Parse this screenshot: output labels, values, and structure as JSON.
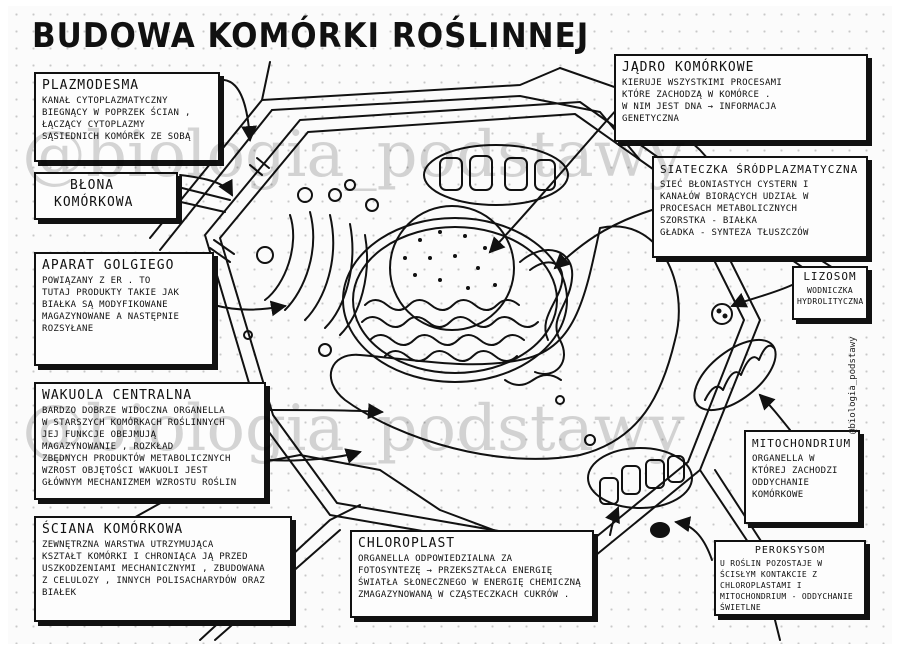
{
  "title": "BUDOWA KOMÓRKI ROŚLINNEJ",
  "watermark": "@biologia_podstawy",
  "side_credit": "@biologia_podstawy",
  "labels": {
    "plazmodesma": {
      "head": "PLAZMODESMA",
      "lines": [
        "KANAŁ CYTOPLAZMATYCZNY",
        "BIEGNĄCY W POPRZEK ŚCIAN ,",
        "ŁĄCZĄCY CYTOPLAZMY",
        "SĄSIEDNICH KOMÓREK ZE SOBĄ"
      ]
    },
    "blona": {
      "head": "",
      "lines": [
        "BŁONA",
        "KOMÓRKOWA"
      ]
    },
    "golgi": {
      "head": "APARAT GOLGIEGO",
      "lines": [
        "POWIĄZANY Z ER . TO",
        "TUTAJ PRODUKTY TAKIE JAK",
        "BIAŁKA SĄ MODYFIKOWANE",
        "MAGAZYNOWANE A NASTĘPNIE",
        "ROZSYŁANE"
      ]
    },
    "wakuola": {
      "head": "WAKUOLA CENTRALNA",
      "lines": [
        "BARDZO DOBRZE WIDOCZNA ORGANELLA",
        "W STARSZYCH KOMÓRKACH ROŚLINNYCH",
        "JEJ FUNKCJE OBEJMUJĄ",
        "MAGAZYNOWANIE , ROZKŁAD",
        "ZBĘDNYCH PRODUKTÓW METABOLICZNYCH",
        "WZROST OBJĘTOŚCI WAKUOLI JEST",
        "GŁÓWNYM MECHANIZMEM WZROSTU ROŚLIN"
      ]
    },
    "sciana": {
      "head": "ŚCIANA KOMÓRKOWA",
      "lines": [
        "ZEWNĘTRZNA WARSTWA UTRZYMUJĄCA",
        "KSZTAŁT KOMÓRKI I CHRONIĄCA JĄ PRZED",
        "USZKODZENIAMI MECHANICZNYMI , ZBUDOWANA",
        "Z CELULOZY , INNYCH POLISACHARYDÓW ORAZ",
        "BIAŁEK"
      ]
    },
    "chloroplast": {
      "head": "CHLOROPLAST",
      "lines": [
        "ORGANELLA ODPOWIEDZIALNA ZA",
        "FOTOSYNTEZĘ → PRZEKSZTAŁCA ENERGIĘ",
        "ŚWIATŁA SŁONECZNEGO W ENERGIĘ CHEMICZNĄ",
        "ZMAGAZYNOWANĄ W CZĄSTECZKACH CUKRÓW ."
      ]
    },
    "jadro": {
      "head": "JĄDRO KOMÓRKOWE",
      "lines": [
        "KIERUJE WSZYSTKIMI PROCESAMI",
        "KTÓRE ZACHODZĄ W KOMÓRCE .",
        "W NIM JEST DNA → INFORMACJA",
        "GENETYCZNA"
      ]
    },
    "siateczka": {
      "head": "SIATECZKA ŚRÓDPLAZMATYCZNA",
      "lines": [
        "SIEĆ BŁONIASTYCH CYSTERN I",
        "KANAŁÓW BIORĄCYCH UDZIAŁ W",
        "PROCESACH METABOLICZNYCH",
        "SZORSTKA - BIAŁKA",
        "GŁADKA - SYNTEZA TŁUSZCZÓW"
      ]
    },
    "lizosom": {
      "head": "LIZOSOM",
      "lines": [
        "WODNICZKA",
        "HYDROLITYCZNA"
      ]
    },
    "mitochondrium": {
      "head": "MITOCHONDRIUM",
      "lines": [
        "ORGANELLA W",
        "KTÓREJ ZACHODZI",
        "ODDYCHANIE",
        "KOMÓRKOWE"
      ]
    },
    "peroksysom": {
      "head": "PEROKSYSOM",
      "lines": [
        "U ROŚLIN POZOSTAJE W",
        "ŚCISŁYM KONTAKCIE Z",
        "CHLOROPLASTAMI I",
        "MITOCHONDRIUM - ODDYCHANIE",
        "ŚWIETLNE"
      ]
    }
  }
}
